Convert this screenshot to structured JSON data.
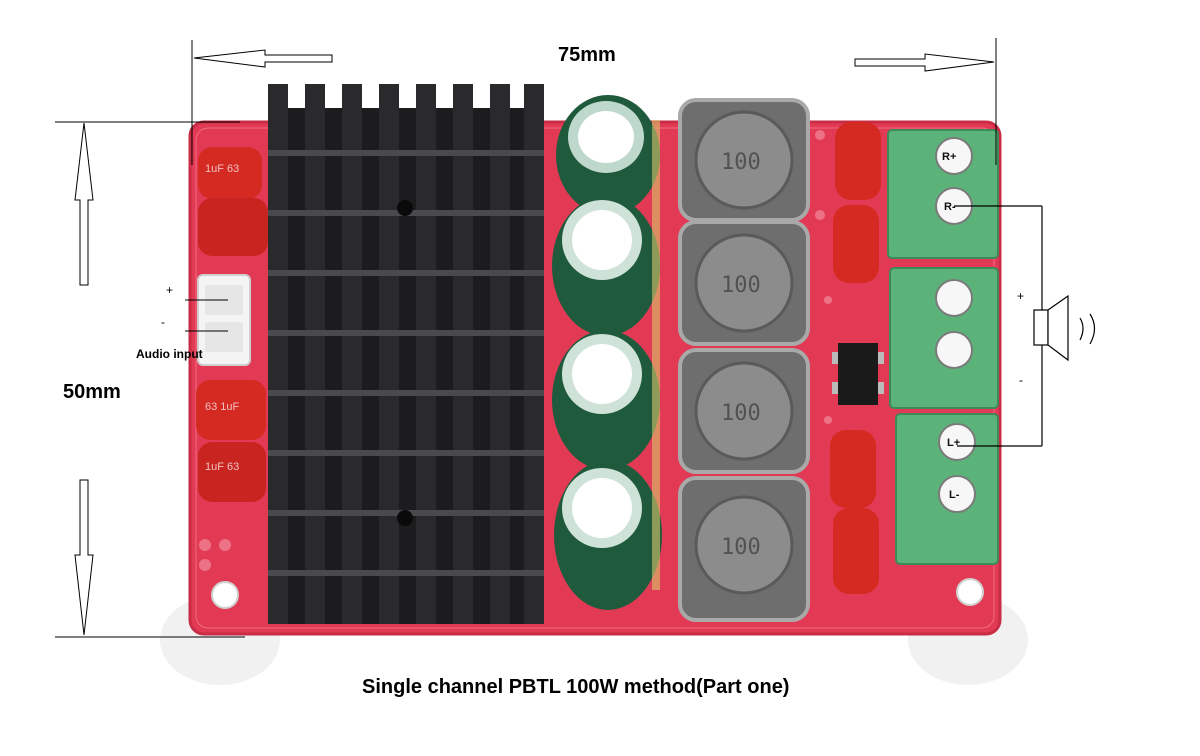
{
  "dimensions": {
    "width_label": "75mm",
    "height_label": "50mm"
  },
  "caption": "Single channel PBTL 100W method(Part one)",
  "audio_input": {
    "label": "Audio input",
    "plus": "+",
    "minus": "-"
  },
  "speaker_output": {
    "plus": "+",
    "minus": "-"
  },
  "terminals": {
    "r_plus": "R+",
    "r_minus": "R-",
    "l_plus": "L+",
    "l_minus": "L-"
  },
  "inductor_marking": "100",
  "colors": {
    "pcb": "#e23a55",
    "heatsink": "#1c1c1e",
    "capacitor_body": "#1f5a3c",
    "terminal_block": "#5cb37a",
    "film_capacitor": "#d42a22",
    "inductor": "#6e6e6e"
  }
}
